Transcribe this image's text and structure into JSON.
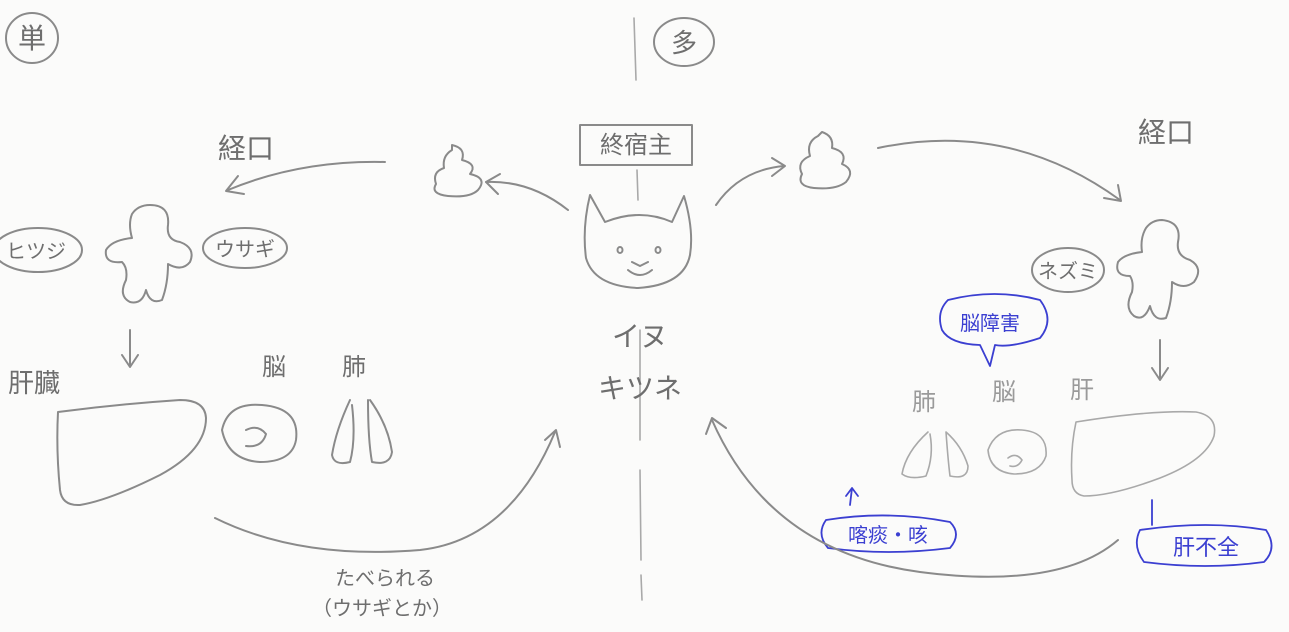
{
  "left_half": {
    "header": "単",
    "oral_label": "経口",
    "host_left": "ヒツジ",
    "host_right": "ウサギ",
    "organ_liver": "肝臓",
    "organ_brain": "脳",
    "organ_lung": "肺",
    "eaten_line1": "たべられる",
    "eaten_line2": "（ウサギとか）"
  },
  "center": {
    "final_host": "終宿主",
    "animal_1": "イヌ",
    "animal_2": "キツネ"
  },
  "right_half": {
    "header": "多",
    "oral_label": "経口",
    "host": "ネズミ",
    "organ_lung": "肺",
    "organ_brain": "脳",
    "organ_liver": "肝",
    "note_brain": "脳障害",
    "note_lung": "喀痰・咳",
    "note_liver": "肝不全"
  },
  "colors": {
    "pencil": "#8a8a8a",
    "pen": "#3b3fd1",
    "paper": "#fbfbfa"
  }
}
